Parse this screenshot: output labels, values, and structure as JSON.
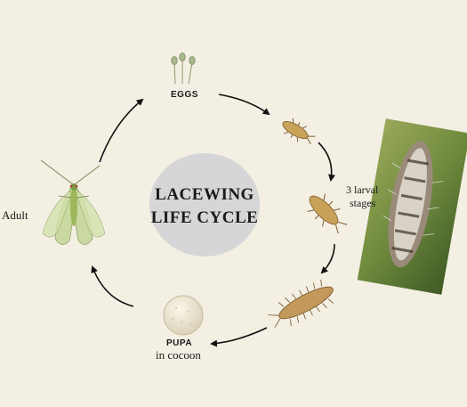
{
  "title_line1": "LACEWING",
  "title_line2": "LIFE CYCLE",
  "labels": {
    "eggs": "EGGS",
    "larval": "3 larval",
    "larval2": "stages",
    "pupa": "PUPA",
    "pupa2": "in cocoon",
    "adult": "Adult"
  },
  "colors": {
    "background": "#f4efe3",
    "center_circle": "#d6d6d8",
    "larva": "#c9a25a",
    "egg": "#a7b88a",
    "adult_wing": "#c5d79a",
    "cocoon": "#ece6d2"
  },
  "icons": [
    "eggs-icon",
    "larva-icon",
    "pupa-cocoon-icon",
    "adult-lacewing-icon",
    "cycle-arrow-icon",
    "larva-photo"
  ]
}
